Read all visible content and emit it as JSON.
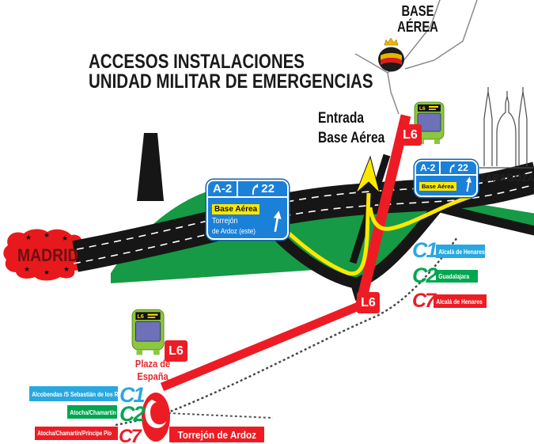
{
  "title": {
    "line1": "ACCESOS INSTALACIONES",
    "line2": "UNIDAD MILITAR DE EMERGENCIAS"
  },
  "base_label": {
    "line1": "BASE",
    "line2": "AÉREA"
  },
  "entrance": {
    "line1": "Entrada",
    "line2": "Base Aérea"
  },
  "madrid": "MADRID",
  "zaragoza": "ZARAGOZA",
  "bus": {
    "line_code": "L6",
    "sign_text": "L6",
    "stop_line1": "Plaza de",
    "stop_line2": "España"
  },
  "signs": {
    "left": {
      "road": "A-2",
      "exit_number": "22",
      "dest_primary": "Base Aérea",
      "dest_secondary": "Torrejón",
      "dest_tertiary": "de Ardoz (este)"
    },
    "right": {
      "road": "A-2",
      "exit_number": "22",
      "dest_primary": "Base Aérea"
    }
  },
  "station": {
    "name": "Torrejón de Ardoz"
  },
  "rail_lines_right": [
    {
      "line": "C1",
      "destination": "Alcalá de Henares"
    },
    {
      "line": "C2",
      "destination": "Guadalajara"
    },
    {
      "line": "C7",
      "destination": "Alcalá de Henares"
    }
  ],
  "rail_lines_left": [
    {
      "line": "C1",
      "destination": "Alcobendas /S Sebastián de los R"
    },
    {
      "line": "C2",
      "destination": "Atocha/Chamartín"
    },
    {
      "line": "C7",
      "destination": "Atocha/Chamartín/Príncipe Pío"
    }
  ],
  "colors": {
    "route_red": "#ed1c24",
    "route_yellow": "#ffe800",
    "road_black": "#1a1a1a",
    "grass_green": "#169a45",
    "sign_blue": "#1b80d8",
    "c1_blue": "#29a8e0",
    "c2_green": "#00a650",
    "c7_red": "#ed1c24"
  }
}
